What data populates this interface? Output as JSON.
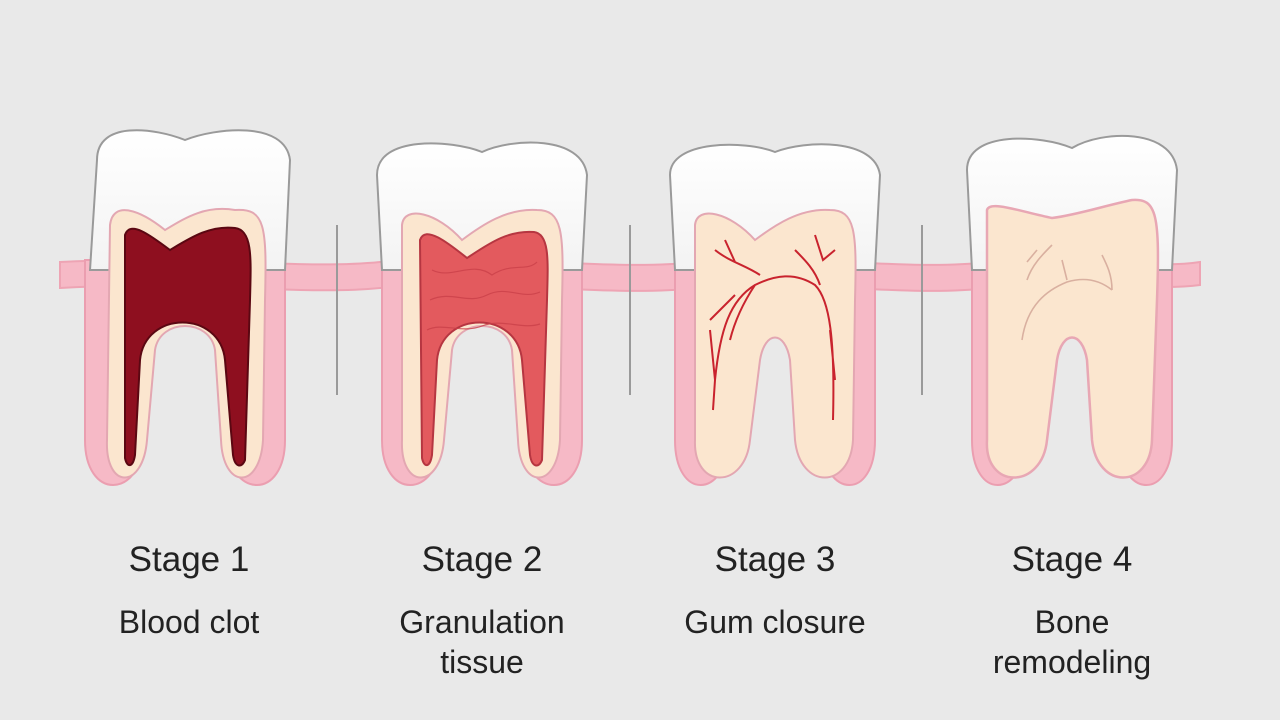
{
  "stages": [
    {
      "title": "Stage 1",
      "description": "Blood clot"
    },
    {
      "title": "Stage 2",
      "description": "Granulation\ntissue"
    },
    {
      "title": "Stage 3",
      "description": "Gum closure"
    },
    {
      "title": "Stage 4",
      "description": "Bone\nremodeling"
    }
  ],
  "colors": {
    "background": "#e9e9e9",
    "gum": "#f6b9c6",
    "enamel": "#ffffff",
    "dentin": "#fbe6cf",
    "blood_clot": "#8e0f1f",
    "granulation": "#e35a5e",
    "vessels": "#c9232e",
    "faint_vessels": "#d9b0a0"
  }
}
